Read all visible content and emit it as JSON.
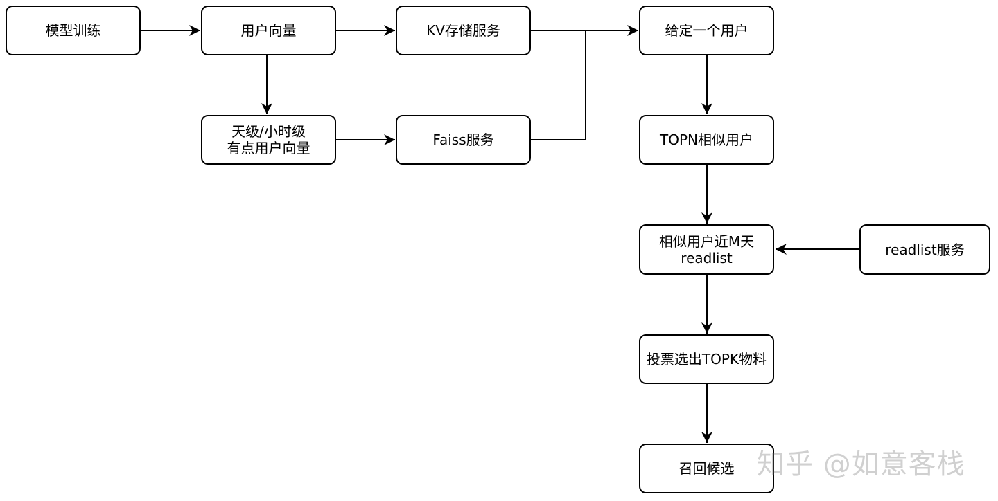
{
  "nodes": {
    "model_training": "模型训练",
    "user_vector": "用户向量",
    "kv_storage": "KV存储服务",
    "given_user": "给定一个用户",
    "daily_vector_line1": "天级/小时级",
    "daily_vector_line2": "有点用户向量",
    "faiss": "Faiss服务",
    "topn_similar": "TOPN相似用户",
    "similar_readlist_line1": "相似用户近M天",
    "similar_readlist_line2": "readlist",
    "readlist_service": "readlist服务",
    "vote_topk": "投票选出TOPK物料",
    "recall_candidates": "召回候选"
  },
  "watermark": "知乎 @如意客栈"
}
